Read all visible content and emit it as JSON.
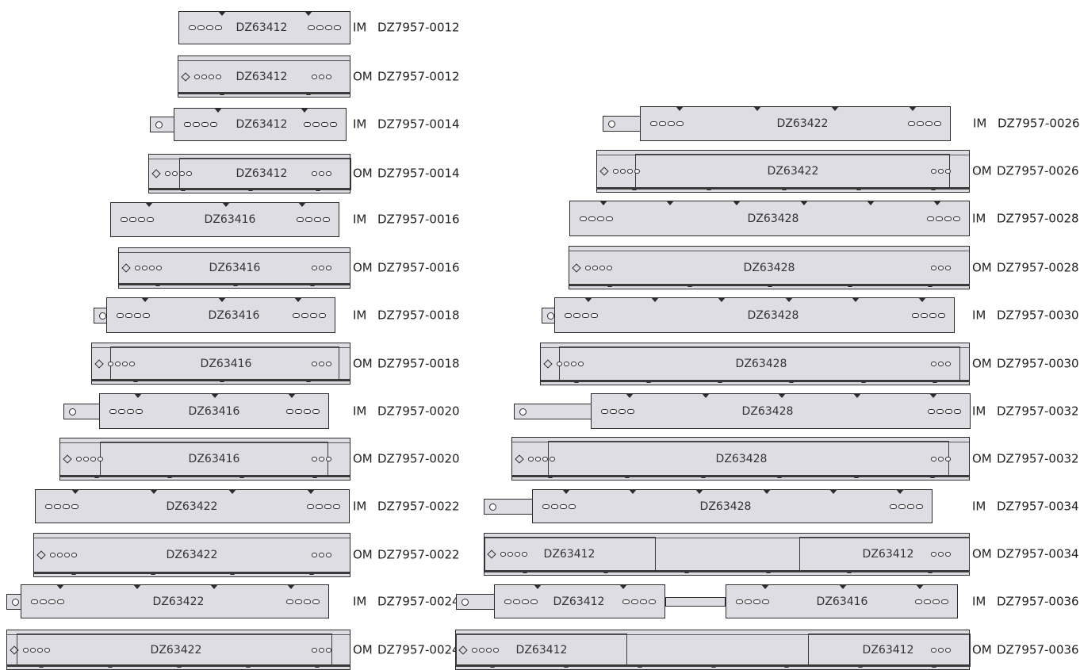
{
  "rails": [
    {
      "type": "IM",
      "model": "DZ7957-0012",
      "codes": [
        "DZ63412"
      ]
    },
    {
      "type": "OM",
      "model": "DZ7957-0012",
      "codes": [
        "DZ63412"
      ]
    },
    {
      "type": "IM",
      "model": "DZ7957-0014",
      "codes": [
        "DZ63412"
      ]
    },
    {
      "type": "OM",
      "model": "DZ7957-0014",
      "codes": [
        "DZ63412"
      ]
    },
    {
      "type": "IM",
      "model": "DZ7957-0016",
      "codes": [
        "DZ63416"
      ]
    },
    {
      "type": "OM",
      "model": "DZ7957-0016",
      "codes": [
        "DZ63416"
      ]
    },
    {
      "type": "IM",
      "model": "DZ7957-0018",
      "codes": [
        "DZ63416"
      ]
    },
    {
      "type": "OM",
      "model": "DZ7957-0018",
      "codes": [
        "DZ63416"
      ]
    },
    {
      "type": "IM",
      "model": "DZ7957-0020",
      "codes": [
        "DZ63416"
      ]
    },
    {
      "type": "OM",
      "model": "DZ7957-0020",
      "codes": [
        "DZ63416"
      ]
    },
    {
      "type": "IM",
      "model": "DZ7957-0022",
      "codes": [
        "DZ63422"
      ]
    },
    {
      "type": "OM",
      "model": "DZ7957-0022",
      "codes": [
        "DZ63422"
      ]
    },
    {
      "type": "IM",
      "model": "DZ7957-0024",
      "codes": [
        "DZ63422"
      ]
    },
    {
      "type": "OM",
      "model": "DZ7957-0024",
      "codes": [
        "DZ63422"
      ]
    },
    {
      "type": "IM",
      "model": "DZ7957-0026",
      "codes": [
        "DZ63422"
      ]
    },
    {
      "type": "OM",
      "model": "DZ7957-0026",
      "codes": [
        "DZ63422"
      ]
    },
    {
      "type": "IM",
      "model": "DZ7957-0028",
      "codes": [
        "DZ63428"
      ]
    },
    {
      "type": "OM",
      "model": "DZ7957-0028",
      "codes": [
        "DZ63428"
      ]
    },
    {
      "type": "IM",
      "model": "DZ7957-0030",
      "codes": [
        "DZ63428"
      ]
    },
    {
      "type": "OM",
      "model": "DZ7957-0030",
      "codes": [
        "DZ63428"
      ]
    },
    {
      "type": "IM",
      "model": "DZ7957-0032",
      "codes": [
        "DZ63428"
      ]
    },
    {
      "type": "OM",
      "model": "DZ7957-0032",
      "codes": [
        "DZ63428"
      ]
    },
    {
      "type": "IM",
      "model": "DZ7957-0034",
      "codes": [
        "DZ63428"
      ]
    },
    {
      "type": "OM",
      "model": "DZ7957-0034",
      "codes": [
        "DZ63412",
        "DZ63412"
      ]
    },
    {
      "type": "IM",
      "model": "DZ7957-0036",
      "codes": [
        "DZ63412",
        "DZ63416"
      ]
    },
    {
      "type": "OM",
      "model": "DZ7957-0036",
      "codes": [
        "DZ63412",
        "DZ63412"
      ]
    }
  ]
}
